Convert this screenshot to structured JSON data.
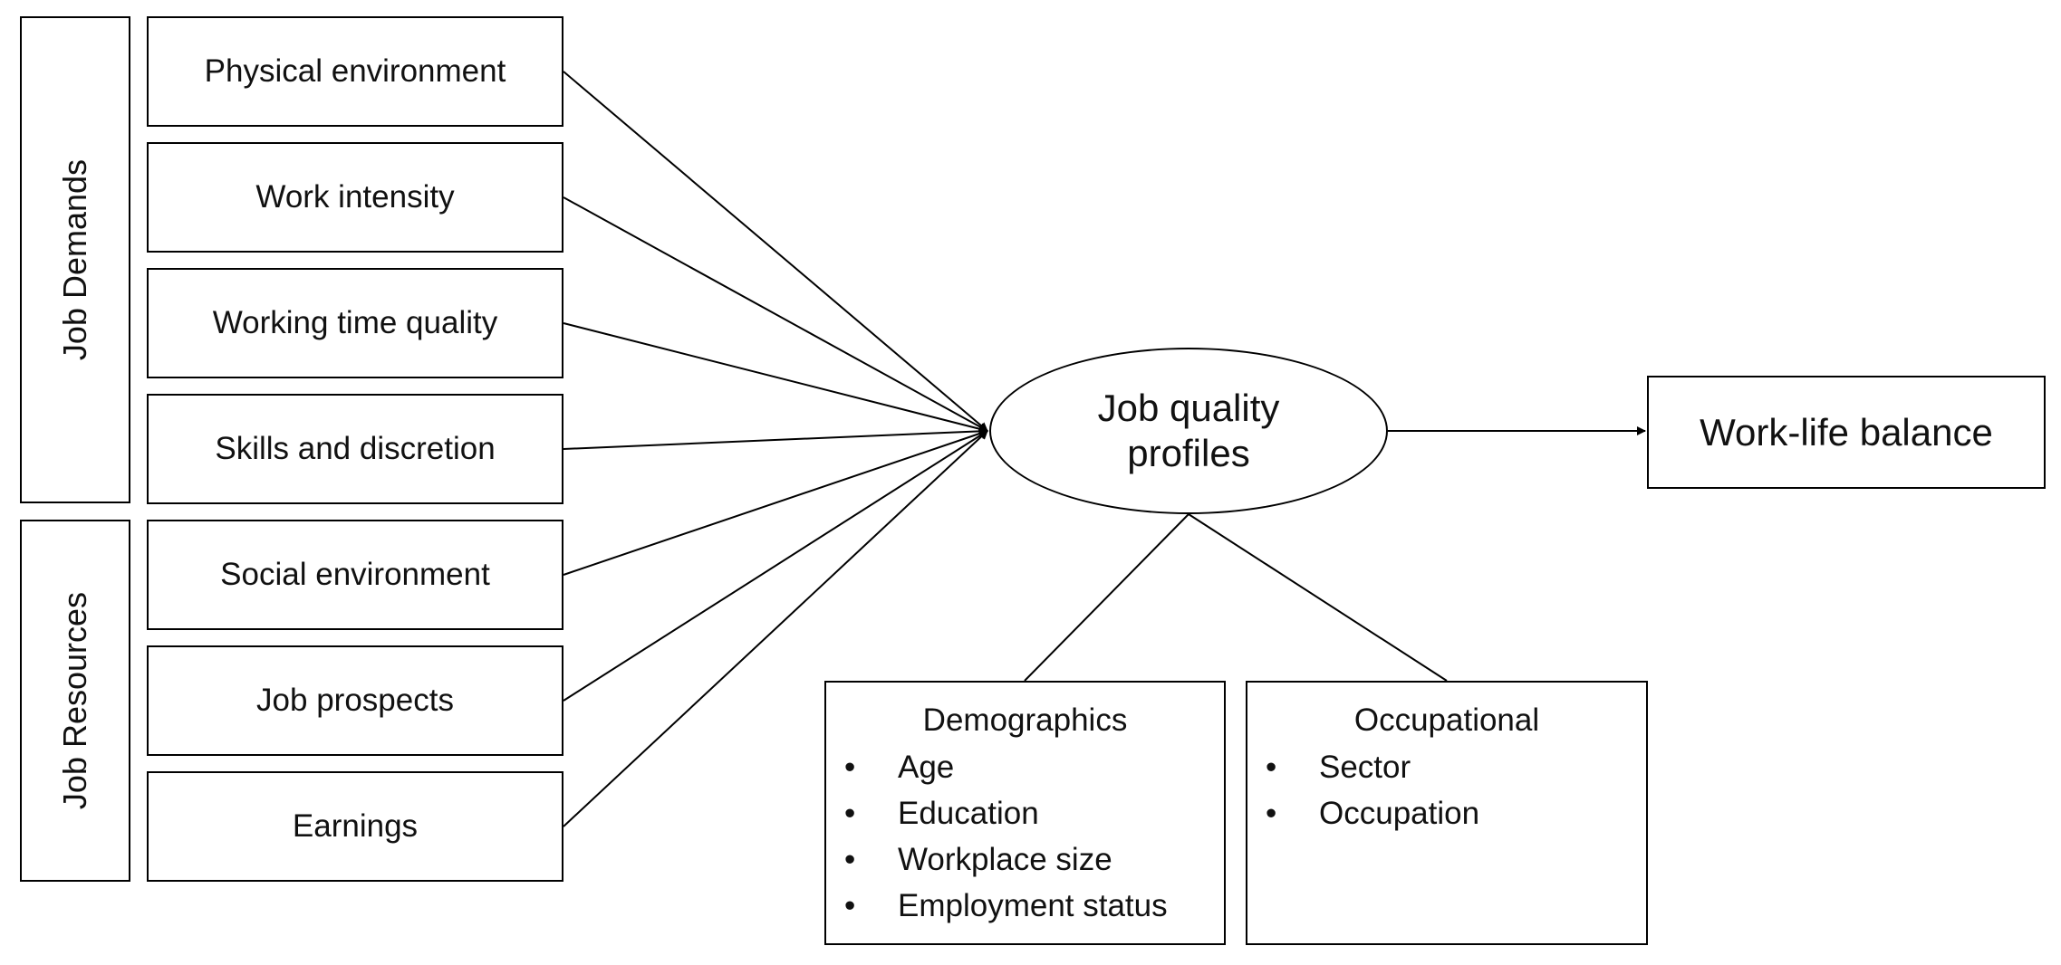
{
  "groups": {
    "demands": "Job Demands",
    "resources": "Job Resources"
  },
  "factors": [
    "Physical environment",
    "Work intensity",
    "Working time quality",
    "Skills and discretion",
    "Social environment",
    "Job prospects",
    "Earnings"
  ],
  "center": "Job quality profiles",
  "outcome": "Work-life balance",
  "demographics": {
    "title": "Demographics",
    "items": [
      "Age",
      "Education",
      "Workplace size",
      "Employment status"
    ]
  },
  "occupational": {
    "title": "Occupational",
    "items": [
      "Sector",
      "Occupation"
    ]
  },
  "bullet_glyph": "•"
}
